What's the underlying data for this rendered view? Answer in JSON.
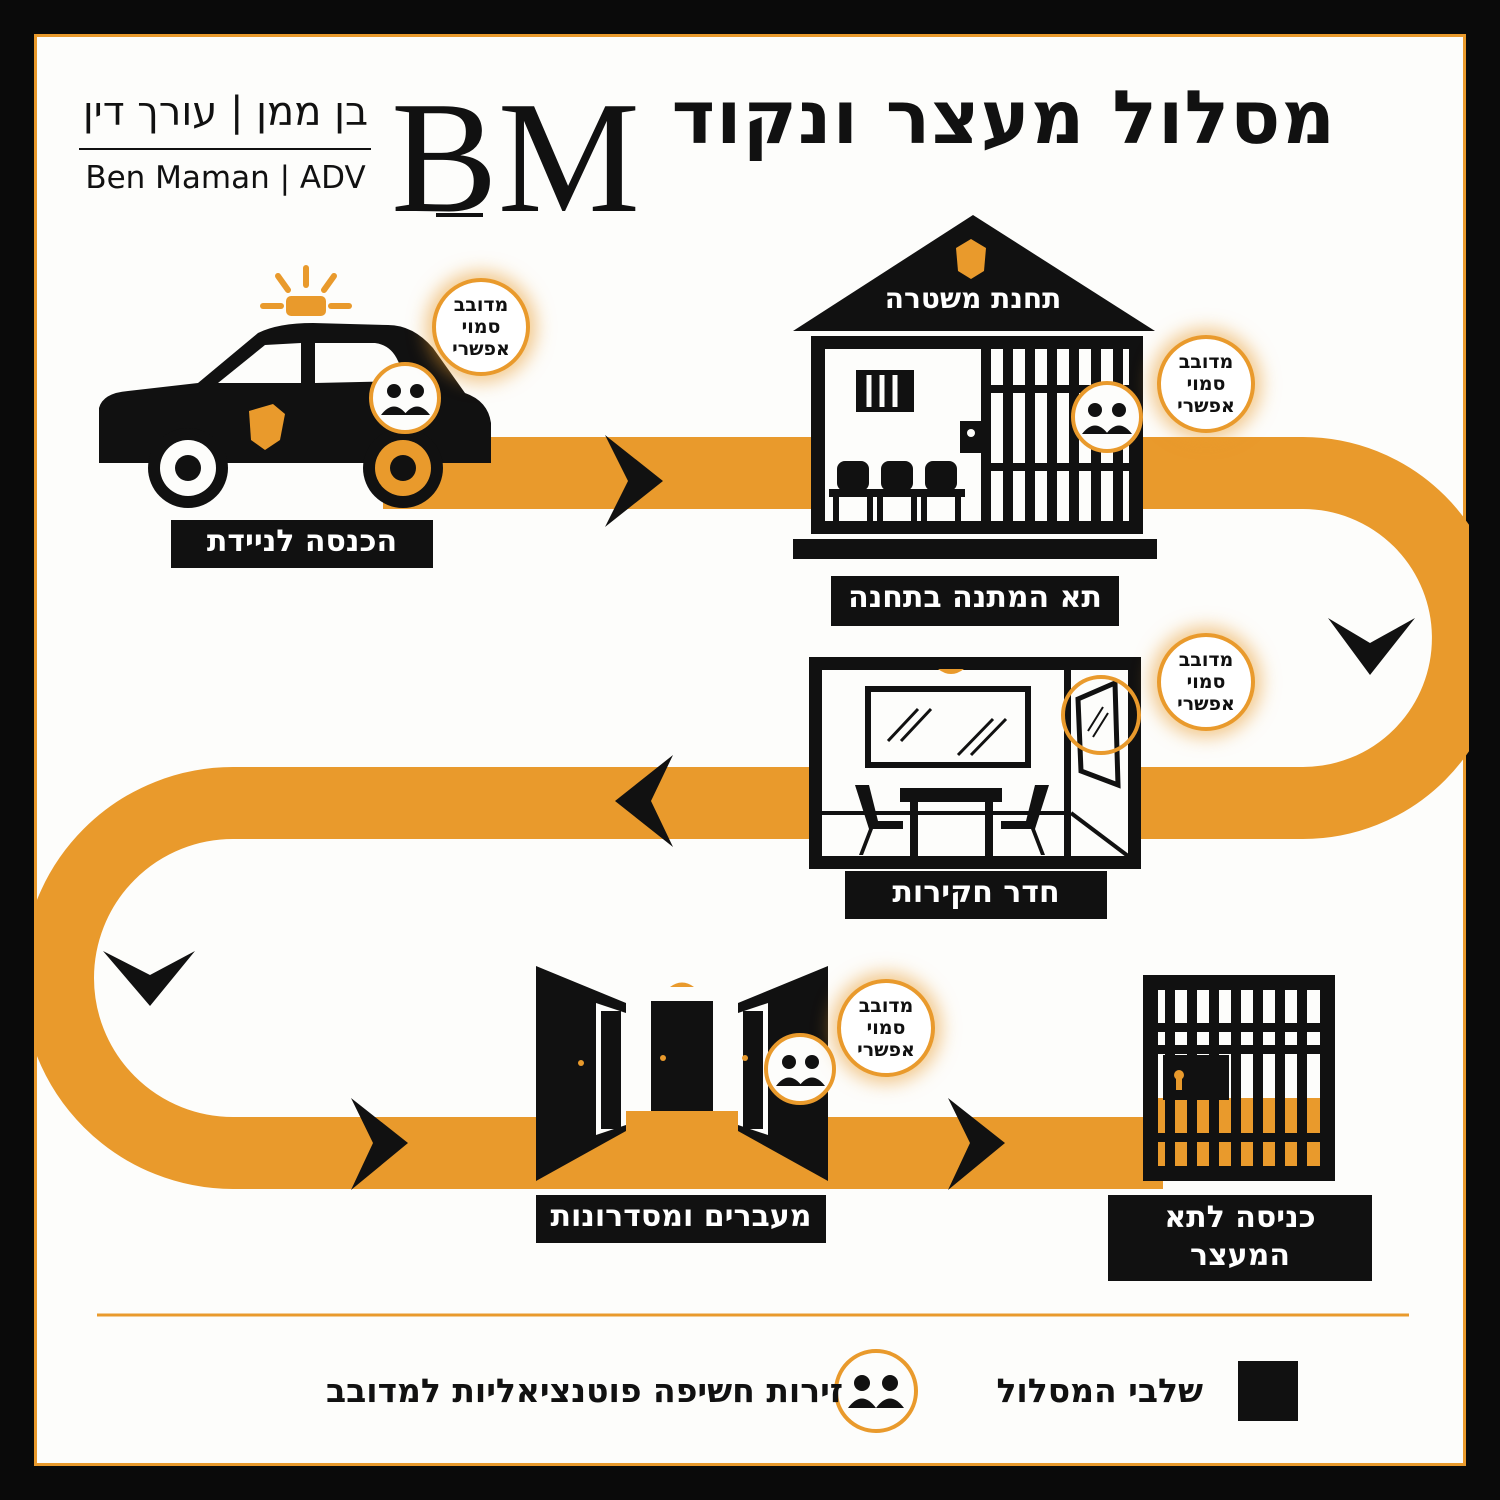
{
  "title": "מסלול מעצר ונקוד",
  "brand": {
    "name_he": "בן ממן | עורך דין",
    "name_en": "Ben Maman | ADV",
    "logo_letters": "BM"
  },
  "colors": {
    "accent": "#e99a2c",
    "ink": "#111111",
    "background": "#fdfdfb",
    "frame": "#0a0a0a"
  },
  "stages": [
    {
      "id": "car",
      "icon": "police-car-icon",
      "label": "הכנסה לניידת"
    },
    {
      "id": "station",
      "icon": "police-station-icon",
      "building_label": "תחנת משטרה",
      "label": "תא המתנה בתחנה"
    },
    {
      "id": "interrogation",
      "icon": "interrogation-room-icon",
      "label": "חדר חקירות"
    },
    {
      "id": "corridor",
      "icon": "corridor-icon",
      "label": "מעברים ומסדרונות"
    },
    {
      "id": "cell",
      "icon": "jail-cell-icon",
      "label_line1": "כניסה לתא",
      "label_line2": "המעצר"
    }
  ],
  "bubble": {
    "line1": "מדובב",
    "line2": "סמוי",
    "line3": "אפשרי"
  },
  "legend": {
    "stages_label": "שלבי המסלול",
    "exposure_label": "זירות חשיפה פוטנציאליות למדובב"
  }
}
